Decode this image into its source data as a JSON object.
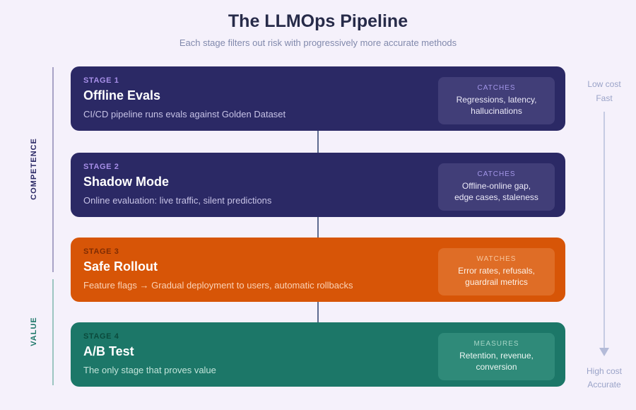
{
  "header": {
    "title": "The LLMOps Pipeline",
    "subtitle": "Each stage filters out risk with progressively more accurate methods"
  },
  "left_axis": {
    "competence_label": "COMPETENCE",
    "value_label": "VALUE"
  },
  "right_axis": {
    "top_line1": "Low cost",
    "top_line2": "Fast",
    "bottom_line1": "High cost",
    "bottom_line2": "Accurate"
  },
  "stages": [
    {
      "stage_label": "STAGE 1",
      "title": "Offline Evals",
      "description": "CI/CD pipeline runs evals against Golden Dataset",
      "badge_label": "CATCHES",
      "badge_text": "Regressions, latency,\nhallucinations",
      "color": "#2b2965"
    },
    {
      "stage_label": "STAGE 2",
      "title": "Shadow Mode",
      "description": "Online evaluation: live traffic, silent predictions",
      "badge_label": "CATCHES",
      "badge_text": "Offline-online gap,\nedge cases, staleness",
      "color": "#2b2965"
    },
    {
      "stage_label": "STAGE 3",
      "title": "Safe Rollout",
      "description": "Feature flags → Gradual deployment to users, automatic rollbacks",
      "badge_label": "WATCHES",
      "badge_text": "Error rates, refusals,\nguardrail metrics",
      "color": "#d75507"
    },
    {
      "stage_label": "STAGE 4",
      "title": "A/B Test",
      "description": "The only stage that proves value",
      "badge_label": "MEASURES",
      "badge_text": "Retention, revenue,\nconversion",
      "color": "#1c7768"
    }
  ],
  "colors": {
    "background": "#f5f1fb",
    "indigo_card": "#2b2965",
    "orange_card": "#d75507",
    "teal_card": "#1c7768",
    "connector_line": "#5d6b8f",
    "competence_line": "#a8a3c6",
    "value_line": "#9cc5c0",
    "cost_axis_line": "#b4bbd8",
    "cost_axis_text": "#9aa3c8"
  }
}
